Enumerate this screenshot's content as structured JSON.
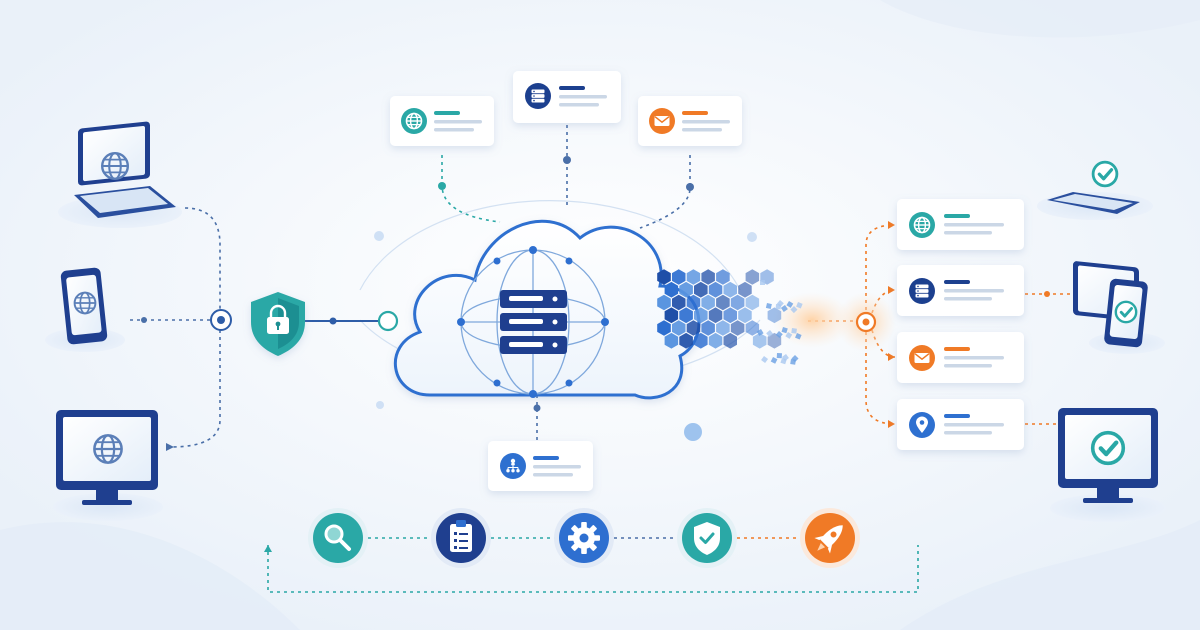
{
  "colors": {
    "navy": "#1f3f8f",
    "blue": "#2e6fd0",
    "teal": "#2aa8a6",
    "orange": "#f07a26",
    "light_blue": "#cfe0f5",
    "background": "#f3f7fc"
  },
  "left_devices": [
    {
      "kind": "laptop",
      "icon": "globe-icon"
    },
    {
      "kind": "smartphone",
      "icon": "globe-icon"
    },
    {
      "kind": "monitor",
      "icon": "globe-icon"
    }
  ],
  "gateway": {
    "icon": "shield-lock-icon"
  },
  "cloud": {
    "icon": "server-stack-icon",
    "overlay": "globe-wireframe"
  },
  "top_cards": [
    {
      "icon": "globe-icon",
      "color": "teal"
    },
    {
      "icon": "server-icon",
      "color": "navy"
    },
    {
      "icon": "mail-icon",
      "color": "orange"
    }
  ],
  "bottom_card": {
    "icon": "network-hierarchy-icon",
    "color": "blue"
  },
  "right_cards": [
    {
      "icon": "globe-icon",
      "color": "teal"
    },
    {
      "icon": "server-icon",
      "color": "navy"
    },
    {
      "icon": "mail-icon",
      "color": "orange"
    },
    {
      "icon": "location-pin-icon",
      "color": "blue"
    }
  ],
  "right_devices": [
    {
      "kind": "laptop",
      "icon": "check-icon"
    },
    {
      "kind": "smartphone",
      "icon": "check-icon"
    },
    {
      "kind": "monitor",
      "icon": "check-icon"
    }
  ],
  "process_steps": [
    {
      "icon": "search-icon",
      "color": "teal"
    },
    {
      "icon": "clipboard-checklist-icon",
      "color": "navy"
    },
    {
      "icon": "gear-icon",
      "color": "blue"
    },
    {
      "icon": "shield-check-icon",
      "color": "teal"
    },
    {
      "icon": "rocket-icon",
      "color": "orange"
    }
  ]
}
